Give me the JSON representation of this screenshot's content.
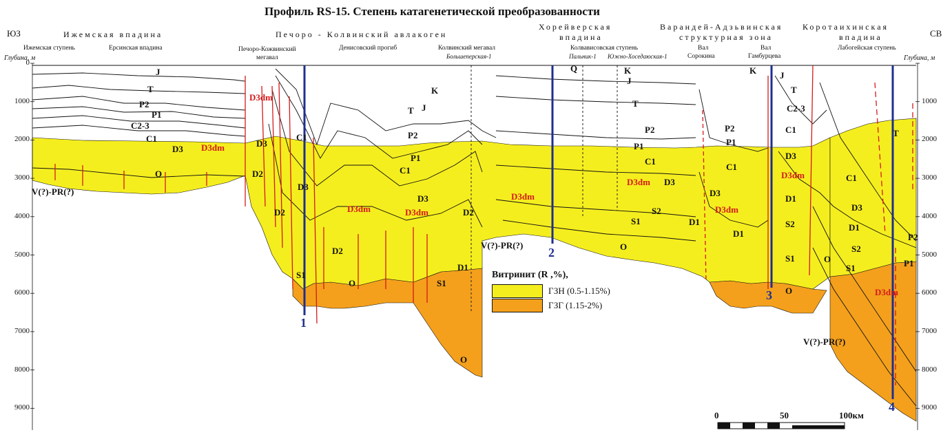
{
  "title": "Профиль RS-15. Степень катагенетической преобразованности",
  "sides": {
    "left": "ЮЗ",
    "right": "СВ"
  },
  "depth_label": "Глубина, м",
  "depth_ticks": [
    "0",
    "1000",
    "2000",
    "3000",
    "4000",
    "5000",
    "6000",
    "7000",
    "8000",
    "9000"
  ],
  "regions": {
    "izhem": "Ижемская впадина",
    "pechora_kolva": "Печоро - Колвинский авлакоген",
    "horeyver_1": "Хорейверская",
    "horeyver_2": "впадина",
    "varandey_1": "Варандей-Адзьвинская",
    "varandey_2": "структурная зона",
    "korotaikha_1": "Коротаихинская",
    "korotaikha_2": "впадина"
  },
  "subregions": {
    "izhem_step": "Ижемская ступень",
    "ersa": "Ерсинская впадина",
    "pk_megaval_1": "Печоро-Кожвинский",
    "pk_megaval_2": "мегавал",
    "denisov": "Денисовский прогиб",
    "kolva_1": "Колвинский мегавал",
    "kolvavis": "Колвависовская ступень",
    "sorokin_1": "Вал",
    "sorokin_2": "Сорокина",
    "gamburtsev_1": "Вал",
    "gamburtsev_2": "Гамбурцева",
    "labogey": "Лабогейская ступень"
  },
  "wells": {
    "bolshepersk": "Большеперская-1",
    "palnik": "Пальник-1",
    "yuzhno": "Южно-Хоседаюская-1"
  },
  "strata_labels": {
    "J": "J",
    "T": "T",
    "P2": "P2",
    "P1": "P1",
    "C23": "C2-3",
    "C1": "C1",
    "D3": "D3",
    "D3dm": "D3dm",
    "O": "O",
    "D2": "D2",
    "D1": "D1",
    "S1": "S1",
    "S2": "S2",
    "K": "K",
    "Q": "Q",
    "VPR": "V(?)-PR(?)"
  },
  "section_markers": [
    "1",
    "2",
    "3",
    "4"
  ],
  "legend": {
    "title": "Витринит (R ,%),",
    "items": [
      {
        "label": "ГЗН (0.5-1.15%)",
        "color": "#f5ee1e"
      },
      {
        "label": "ГЗГ (1.15-2%)",
        "color": "#f4a01c"
      }
    ]
  },
  "scale_bar": {
    "labels": [
      "0",
      "50",
      "100км"
    ]
  },
  "colors": {
    "zone_gzn": "#f5ee1e",
    "zone_gzg": "#f4a01c",
    "faults": "#d41a1a",
    "markers": "#1f2f8f",
    "horizons": "#111111"
  }
}
